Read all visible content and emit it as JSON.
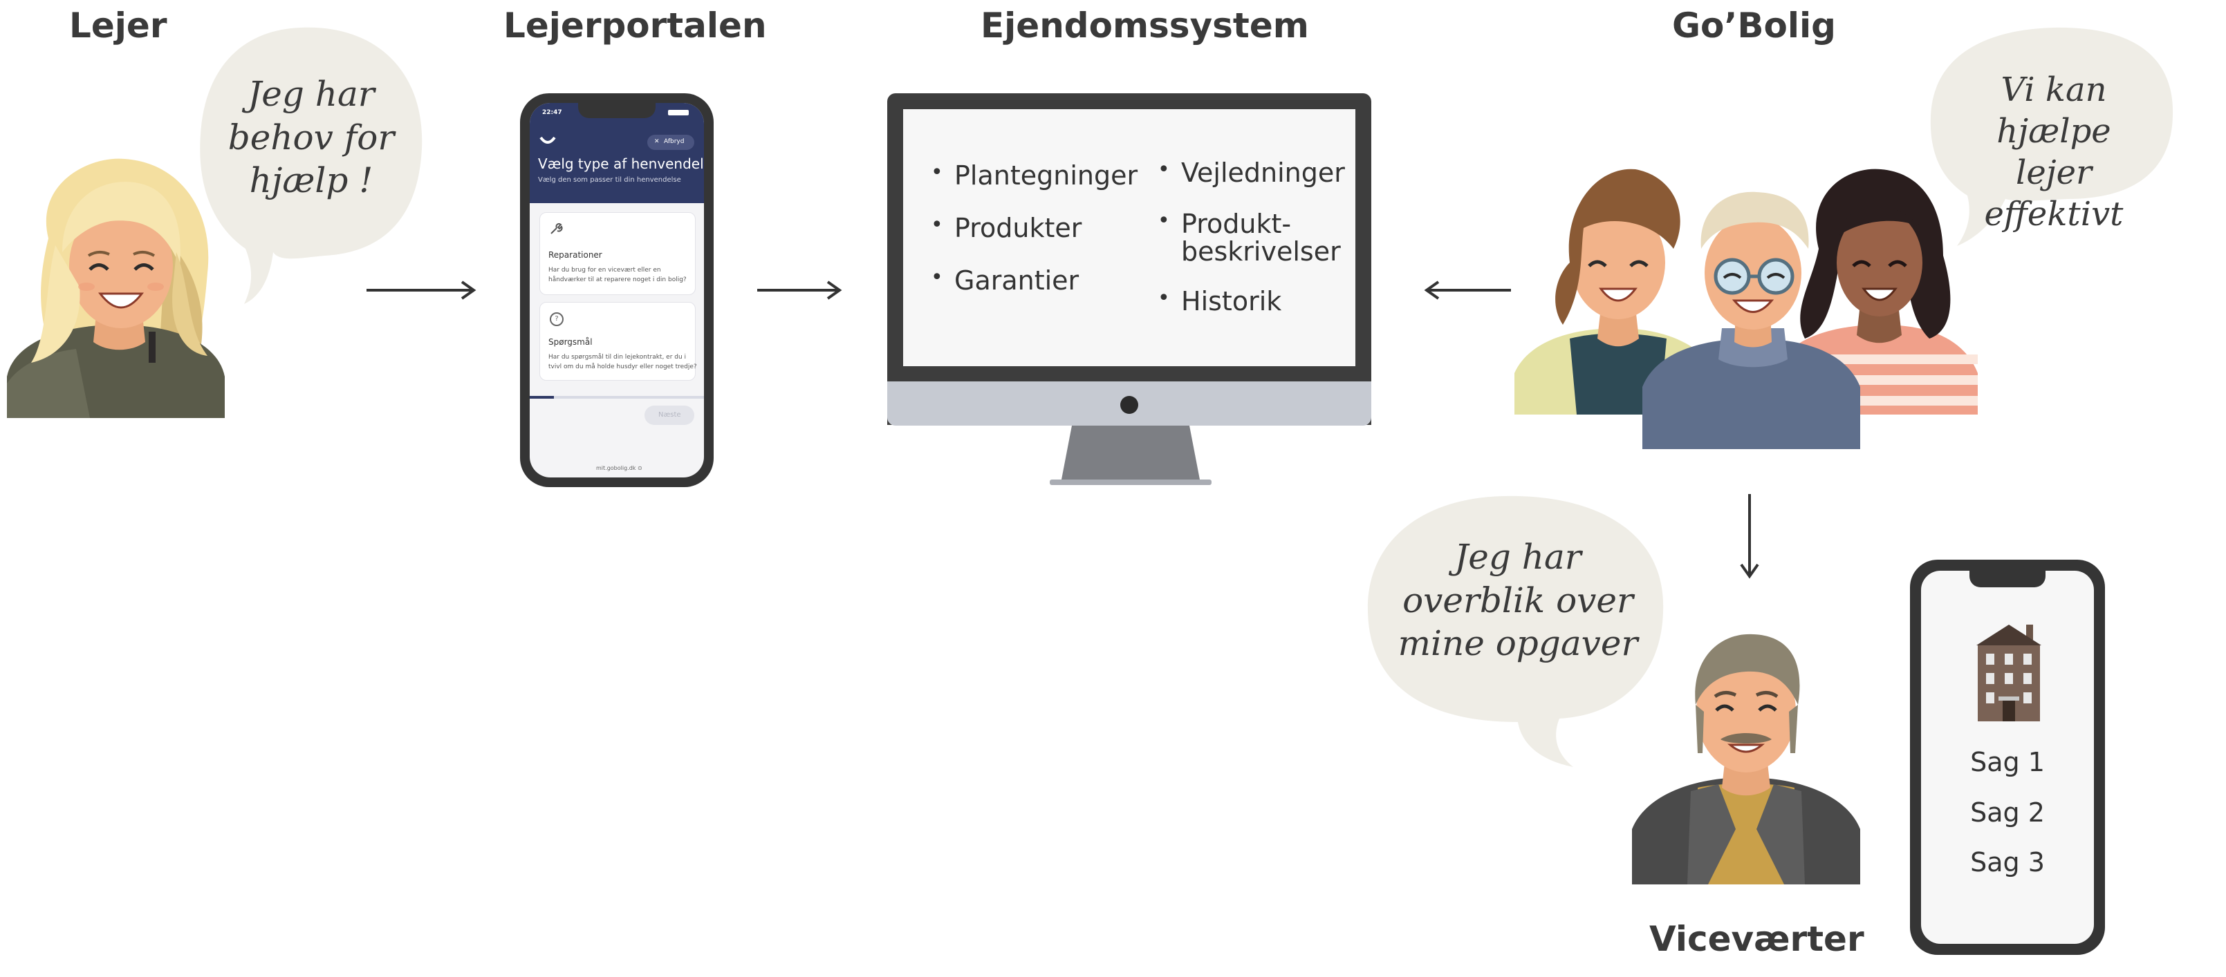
{
  "titles": {
    "tenant": "Lejer",
    "portal": "Lejerportalen",
    "system": "Ejendomssystem",
    "gobolig": "Go’Bolig",
    "caretakers": "Viceværter"
  },
  "bubbles": {
    "tenant": [
      "Jeg har",
      "behov for",
      "hjælp !"
    ],
    "gobolig": [
      "Vi kan hjælpe",
      "lejer effektivt"
    ],
    "caretaker": [
      "Jeg har",
      "overblik over",
      "mine opgaver"
    ]
  },
  "portal_phone": {
    "time": "22:47",
    "cancel": "Afbryd",
    "heading": "Vælg type af henvendelse",
    "subheading": "Vælg den som passer til din henvendelse",
    "option1_title": "Reparationer",
    "option1_text_line1": "Har du brug for en vicevært eller en",
    "option1_text_line2": "håndværker til at reparere noget i din bolig?",
    "option2_title": "Spørgsmål",
    "option2_text_line1": "Har du spørgsmål til din lejekontrakt, er du i",
    "option2_text_line2": "tvivl om du må holde husdyr eller noget tredje?",
    "next_button": "Næste",
    "url": "mit.gobolig.dk ⊙"
  },
  "monitor": {
    "col1": [
      "Plantegninger",
      "Produkter",
      "Garantier"
    ],
    "col2_item1": "Vejledninger",
    "col2_item2_line1": "Produkt-",
    "col2_item2_line2": "beskrivelser",
    "col2_item3": "Historik"
  },
  "caretaker_phone": {
    "cases": [
      "Sag 1",
      "Sag 2",
      "Sag 3"
    ]
  },
  "colors": {
    "bubble": "#efede6",
    "title": "#3a3a3a",
    "portal_header": "#2f3a66",
    "monitor_frame": "#3d3d3d",
    "monitor_stand": "#c6cad2",
    "phone_frame": "#353535"
  },
  "icons": [
    "arrow-right-icon",
    "arrow-left-icon",
    "arrow-down-icon",
    "wrench-icon",
    "question-icon",
    "building-icon",
    "apple-logo-dot-icon"
  ]
}
